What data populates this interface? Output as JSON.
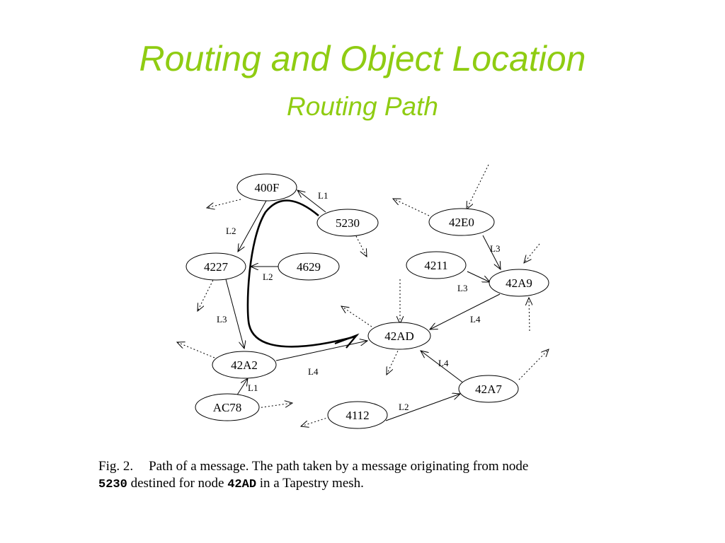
{
  "slide": {
    "title": "Routing and Object Location",
    "subtitle": "Routing Path",
    "title_color": "#8fcc12"
  },
  "nodes": {
    "n400F": "400F",
    "n5230": "5230",
    "n42E0": "42E0",
    "n4227": "4227",
    "n4629": "4629",
    "n4211": "4211",
    "n42A9": "42A9",
    "n42AD": "42AD",
    "n42A2": "42A2",
    "n42A7": "42A7",
    "nAC78": "AC78",
    "n4112": "4112"
  },
  "edges": {
    "e_5230_400F": "L1",
    "e_400F_4227": "L2",
    "e_4629_4227": "L2",
    "e_42E0_42A9": "L3",
    "e_4211_42A9": "L3",
    "e_4227_42A2": "L3",
    "e_42A9_42AD": "L4",
    "e_42A2_42AD": "L4",
    "e_42A7_42AD": "L4",
    "e_AC78_42A2": "L1",
    "e_4112_42A7": "L2"
  },
  "caption": {
    "fig_label": "Fig. 2.",
    "text_before": "Path of a message. The path taken by a message originating from node",
    "source_node": "5230",
    "text_middle": "destined for node",
    "dest_node": "42AD",
    "text_after": "in a Tapestry mesh."
  }
}
